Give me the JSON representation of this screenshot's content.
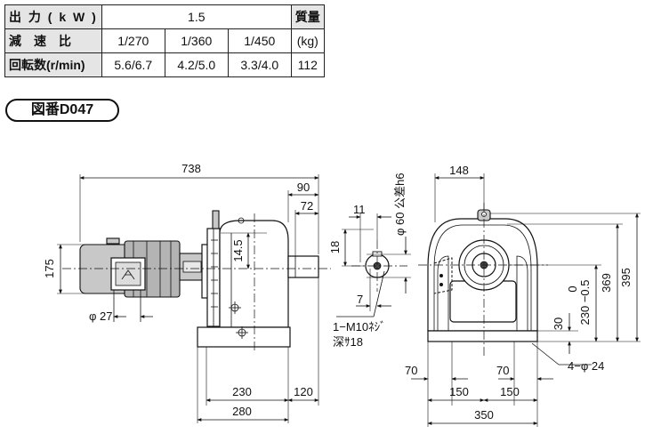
{
  "spec_table": {
    "output_label": "出 力 ( k W )",
    "output_value": "1.5",
    "mass_label": "質量",
    "ratio_label": "減　速　比",
    "ratios": [
      "1/270",
      "1/360",
      "1/450"
    ],
    "mass_unit": "(kg)",
    "speed_label": "回転数(r/min)",
    "speeds": [
      "5.6/6.7",
      "4.2/5.0",
      "3.3/4.0"
    ],
    "mass_value": "112"
  },
  "figure_number": "図番D047",
  "dimensions": {
    "total_length": "738",
    "shaft_90": "90",
    "shaft_72": "72",
    "motor_height": "175",
    "terminal_dia": "φ 27",
    "gear_14_5": "14.5",
    "base_230": "230",
    "base_280": "280",
    "shaft_120": "120",
    "key_11": "11",
    "key_18": "18",
    "key_7": "7",
    "shaft_dia": "φ 60 公差h6",
    "tap_note_1": "1−M10ﾈｼﾞ",
    "tap_note_2": "深ｻ18",
    "front_148": "148",
    "front_395": "395",
    "front_369": "369",
    "front_230_tol": "230 −0.5",
    "front_230_tol_top": "0",
    "front_30": "30",
    "hole_note": "4−φ 24",
    "front_70_left": "70",
    "front_70_right": "70",
    "front_150_left": "150",
    "front_150_right": "150",
    "front_350": "350"
  }
}
